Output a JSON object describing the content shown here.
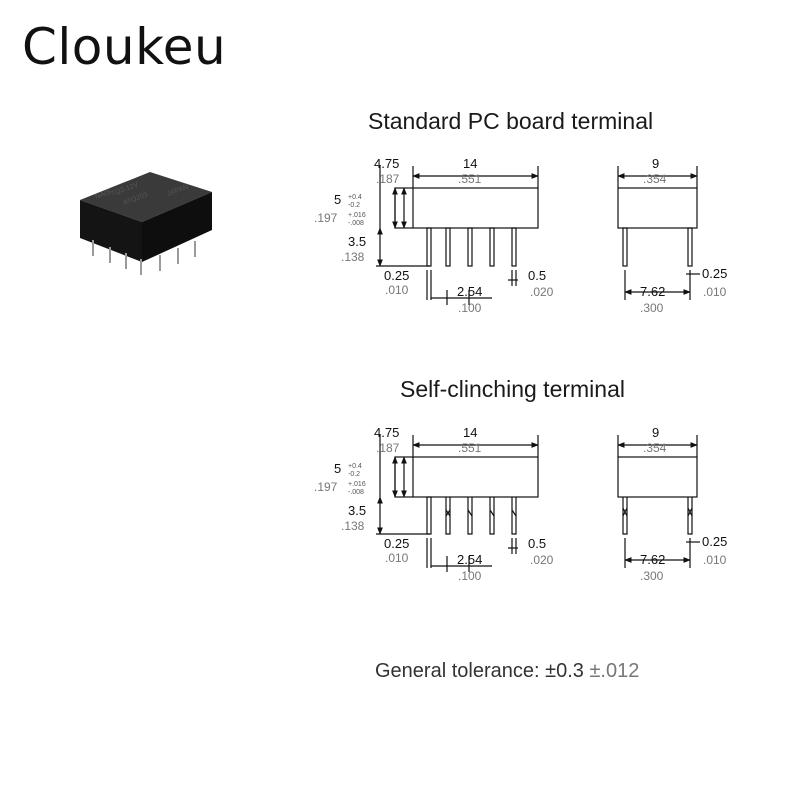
{
  "brand": "Cloukeu",
  "sections": [
    {
      "title": "Standard PC board terminal",
      "dims": {
        "height_mm": "4.75",
        "height_in": ".187",
        "length_mm": "14",
        "length_in": ".551",
        "body_mm": "5",
        "body_tol_mm_plus": "+0.4",
        "body_tol_mm_minus": "-0.2",
        "body_in": ".197",
        "body_tol_in_plus": "+.016",
        "body_tol_in_minus": "-.008",
        "pin_len_mm": "3.5",
        "pin_len_in": ".138",
        "pin_thk_mm": "0.25",
        "pin_thk_in": ".010",
        "pitch_mm": "2.54",
        "pitch_in": ".100",
        "pin_w_mm": "0.5",
        "pin_w_in": ".020",
        "width_mm": "9",
        "width_in": ".354",
        "row_mm": "7.62",
        "row_in": ".300",
        "side_thk_mm": "0.25",
        "side_thk_in": ".010"
      }
    },
    {
      "title": "Self-clinching terminal",
      "dims": {
        "height_mm": "4.75",
        "height_in": ".187",
        "length_mm": "14",
        "length_in": ".551",
        "body_mm": "5",
        "body_tol_mm_plus": "+0.4",
        "body_tol_mm_minus": "-0.2",
        "body_in": ".197",
        "body_tol_in_plus": "+.016",
        "body_tol_in_minus": "-.008",
        "pin_len_mm": "3.5",
        "pin_len_in": ".138",
        "pin_thk_mm": "0.25",
        "pin_thk_in": ".010",
        "pitch_mm": "2.54",
        "pitch_in": ".100",
        "pin_w_mm": "0.5",
        "pin_w_in": ".020",
        "width_mm": "9",
        "width_in": ".354",
        "row_mm": "7.62",
        "row_in": ".300",
        "side_thk_mm": "0.25",
        "side_thk_in": ".010"
      }
    }
  ],
  "tolerance": {
    "label": "General tolerance: ±0.3",
    "inch": "±.012"
  },
  "relay_photo": {
    "brand_mark": "NAIS",
    "model": "TQ2-12V",
    "cert": "ATQ203",
    "origin": "JAPAN"
  },
  "colors": {
    "line": "#111111",
    "inch_text": "#777777",
    "relay_body": "#1b1b1b"
  }
}
